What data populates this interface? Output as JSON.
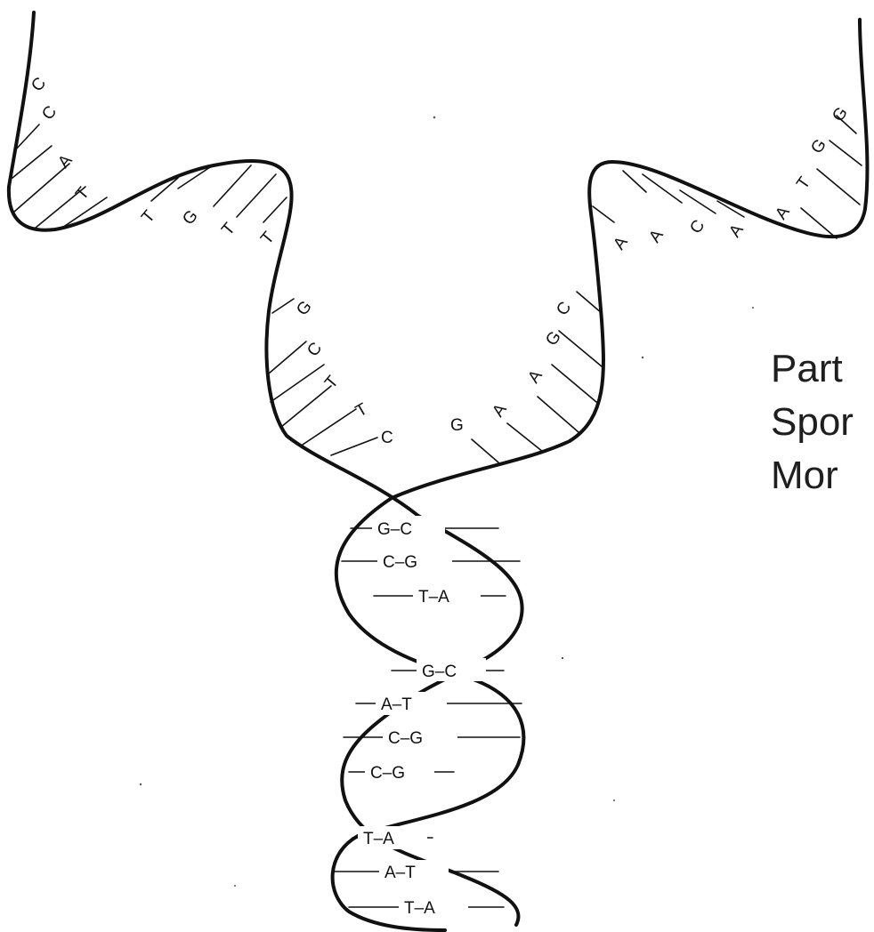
{
  "diagram": {
    "left_arm_bases": [
      "C",
      "C",
      "A",
      "T",
      "T",
      "G",
      "T",
      "T",
      "G",
      "C",
      "T",
      "T",
      "C"
    ],
    "right_arm_bases": [
      "G",
      "G",
      "T",
      "A",
      "A",
      "C",
      "A",
      "A",
      "C",
      "G",
      "A",
      "A",
      "G"
    ],
    "helix_pairs": [
      "G–C",
      "C–G",
      "T–A",
      "G–C",
      "A–T",
      "C–G",
      "C–G",
      "T–A",
      "A–T",
      "T–A"
    ]
  },
  "caption": {
    "lines": [
      "Part",
      "Spor",
      "Mor"
    ]
  }
}
